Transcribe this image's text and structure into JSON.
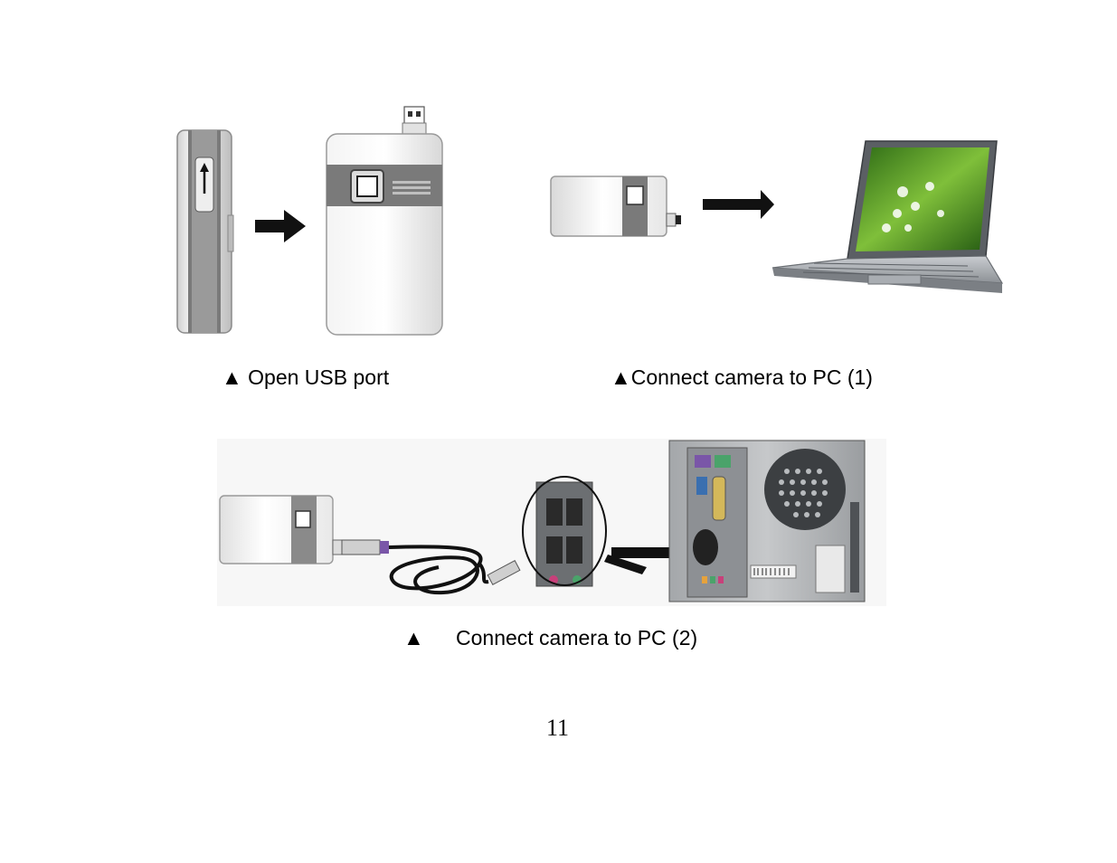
{
  "captions": {
    "open_usb": {
      "marker": "▲",
      "text": "Open USB port"
    },
    "connect_pc_1": {
      "marker": "▲",
      "text": "Connect camera to PC (1)"
    },
    "connect_pc_2": {
      "marker": "▲",
      "text": "Connect camera to PC (2)"
    }
  },
  "page_number": "11"
}
